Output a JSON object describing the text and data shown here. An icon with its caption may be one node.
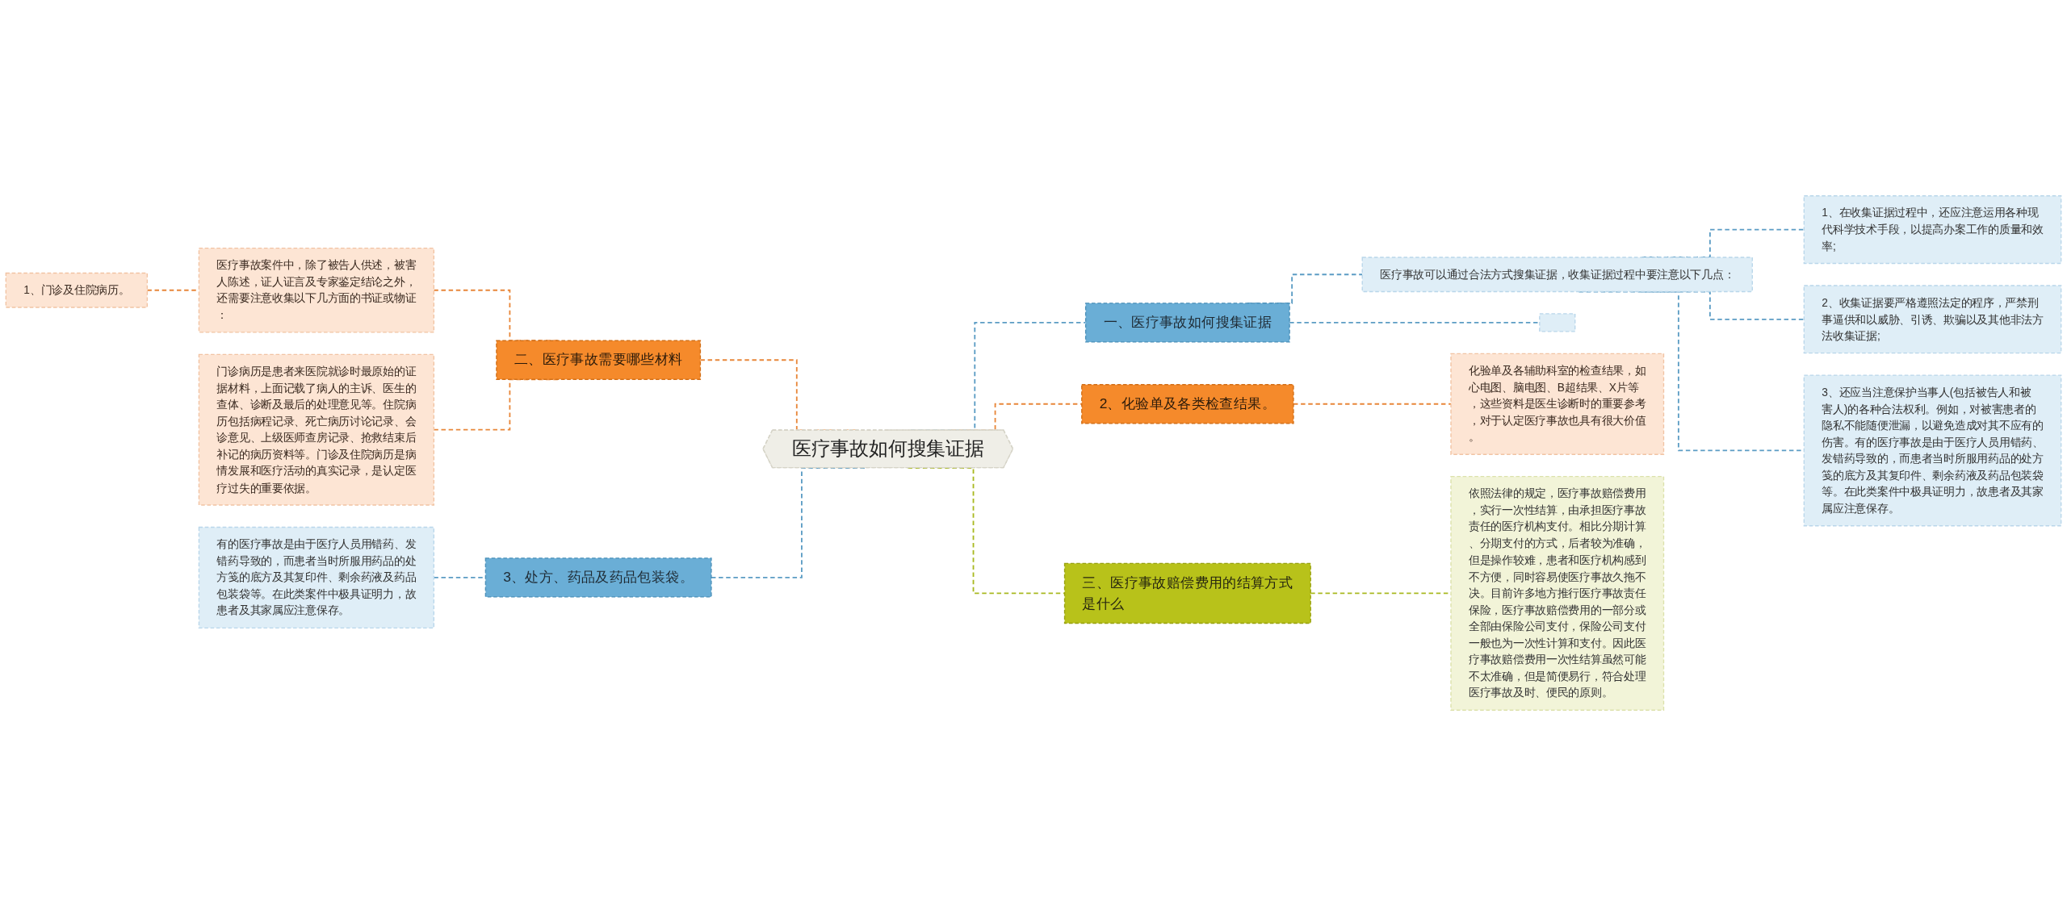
{
  "diagram": {
    "nodes": [
      {
        "text": [
          "医疗事故如何搜集证据"
        ]
      },
      {
        "text": [
          "一、医疗事故如何搜集证据"
        ]
      },
      {
        "text": [
          "医疗事故可以通过合法方式搜集证据，收集证据过程中要注意以下几点："
        ]
      },
      {
        "text": [
          "1、在收集证据过程中，还应注意运用各种现代科学技术手段，以提高办案工作的质量和效率;"
        ]
      },
      {
        "text": [
          "2、收集证据要严格遵照法定的程序，严禁刑事逼供和以威胁、引诱、欺骗以及其他非法方法收集证据;"
        ]
      },
      {
        "text": [
          "3、还应当注意保护当事人(包括被告人和被害人)的各种合法权利。例如，对被害患者的隐私不能随便泄漏，以避免造成对其不应有的伤害。有的医疗事故是由于医疗人员用错药、发错药导致的，而患者当时所服用药品的处方笺的底方及其复印件、剩余药液及药品包装袋等。在此类案件中极具证明力，故患者及其家属应注意保存。"
        ]
      },
      {
        "text": [],
        "shape": "box"
      },
      {
        "text": [
          "2、化验单及各类检查结果。"
        ]
      },
      {
        "text": [
          "化验单及各辅助科室的检查结果，如心电图、脑电图、B超结果、X片等，这些资料是医生诊断时的重要参考，对于认定医疗事故也具有很大价值。"
        ]
      },
      {
        "text": [
          "三、医疗事故赔偿费用的结算方式是什么"
        ]
      },
      {
        "text": [
          "依照法律的规定，医疗事故赔偿费用，实行一次性结算，由承担医疗事故责任的医疗机构支付。相比分期计算、分期支付的方式，后者较为准确，但是操作较难，患者和医疗机构感到不方便，同时容易使医疗事故久拖不决。目前许多地方推行医疗事故责任保险，医疗事故赔偿费用的一部分或全部由保险公司支付，保险公司支付一般也为一次性计算和支付。因此医疗事故赔偿费用一次性结算虽然可能不太准确，但是简便易行，符合处理医疗事故及时、便民的原则。"
        ]
      },
      {
        "text": [
          "二、医疗事故需要哪些材料"
        ]
      },
      {
        "text": [
          "医疗事故案件中，除了被告人供述，被害人陈述，证人证言及专家鉴定结论之外，还需要注意收集以下几方面的书证或物证："
        ]
      },
      {
        "text": [
          "1、门诊及住院病历。"
        ]
      },
      {
        "text": [
          "门诊病历是患者来医院就诊时最原始的证据材料，上面记载了病人的主诉、医生的查体、诊断及最后的处理意见等。住院病历包括病程记录、死亡病历讨论记录、会诊意见、上级医师查房记录、抢救结束后补记的病历资料等。门诊及住院病历是病情发展和医疗活动的真实记录，是认定医疗过失的重要依据。"
        ]
      },
      {
        "text": [
          "3、处方、药品及药品包装袋。"
        ]
      },
      {
        "text": [
          "有的医疗事故是由于医疗人员用错药、发错药导致的，而患者当时所服用药品的处方笺的底方及其复印件、剩余药液及药品包装袋等。在此类案件中极具证明力，故患者及其家属应注意保存。"
        ]
      }
    ],
    "edges": [
      {
        "from": 0,
        "to": 1,
        "arrow": "none",
        "style": "dashed",
        "color": "#5b9cc4"
      },
      {
        "from": 1,
        "to": 2,
        "arrow": "none",
        "style": "dashed",
        "color": "#5b9cc4"
      },
      {
        "from": 2,
        "to": 3,
        "arrow": "none",
        "style": "dashed",
        "color": "#5b9cc4"
      },
      {
        "from": 2,
        "to": 4,
        "arrow": "none",
        "style": "dashed",
        "color": "#5b9cc4"
      },
      {
        "from": 2,
        "to": 5,
        "arrow": "none",
        "style": "dashed",
        "color": "#5b9cc4"
      },
      {
        "from": 1,
        "to": 6,
        "arrow": "none",
        "style": "dashed",
        "color": "#5b9cc4"
      },
      {
        "from": 0,
        "to": 7,
        "arrow": "none",
        "style": "dashed",
        "color": "#e8873a"
      },
      {
        "from": 7,
        "to": 8,
        "arrow": "none",
        "style": "dashed",
        "color": "#e8873a"
      },
      {
        "from": 0,
        "to": 9,
        "arrow": "none",
        "style": "dashed",
        "color": "#a9b920"
      },
      {
        "from": 9,
        "to": 10,
        "arrow": "none",
        "style": "dashed",
        "color": "#a9b920"
      },
      {
        "from": 11,
        "to": 0,
        "arrow": "none",
        "style": "dashed",
        "color": "#e8873a"
      },
      {
        "from": 12,
        "to": 11,
        "arrow": "none",
        "style": "dashed",
        "color": "#e8873a"
      },
      {
        "from": 13,
        "to": 12,
        "arrow": "none",
        "style": "dashed",
        "color": "#e8873a"
      },
      {
        "from": 14,
        "to": 11,
        "arrow": "none",
        "style": "dashed",
        "color": "#e8873a"
      },
      {
        "from": 15,
        "to": 0,
        "arrow": "none",
        "style": "dashed",
        "color": "#5b9cc4"
      },
      {
        "from": 16,
        "to": 15,
        "arrow": "none",
        "style": "dashed",
        "color": "#5b9cc4"
      }
    ]
  }
}
